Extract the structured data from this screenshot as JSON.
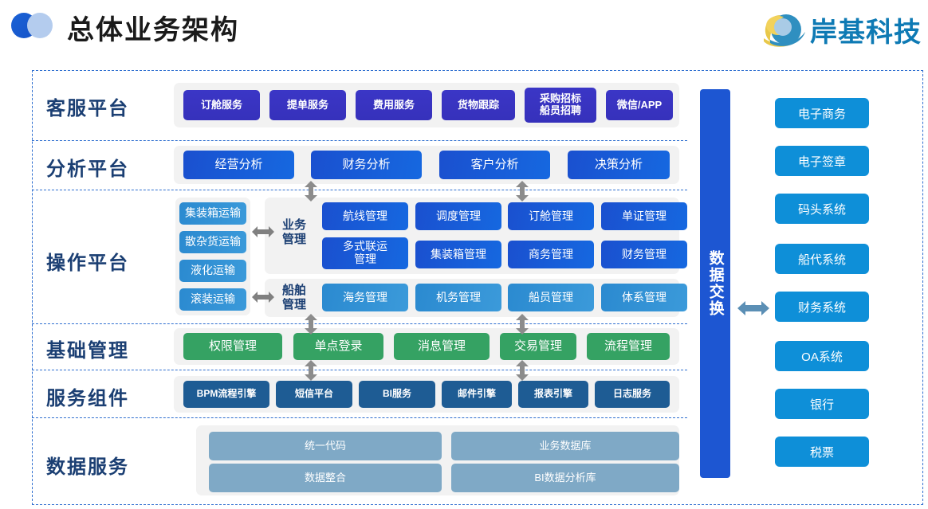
{
  "header": {
    "title": "总体业务架构",
    "logo_icon": "two-circles-icon",
    "brand_name": "岸基科技",
    "brand_icon": "wave-circle-logo-icon",
    "brand_color": "#0e7ab4"
  },
  "colors": {
    "service_row": "#3631bb",
    "analysis_row": "#1a50cf",
    "operation_row": "#1668e0",
    "operation_light": "#2b8ad0",
    "basic_row": "#35a263",
    "component_row": "#1e5c94",
    "data_row": "#7fa9c6",
    "exchange_bar": "#1d56d2",
    "external_box": "#0e8fd8",
    "row_label": "#1b3f73",
    "frame_border": "#2f6fd0"
  },
  "rows": [
    {
      "label": "客服平台",
      "items": [
        "订舱服务",
        "提单服务",
        "费用服务",
        "货物跟踪",
        "采购招标\n船员招聘",
        "微信/APP"
      ]
    },
    {
      "label": "分析平台",
      "items": [
        "经营分析",
        "财务分析",
        "客户分析",
        "决策分析"
      ]
    },
    {
      "label": "操作平台",
      "transport": [
        "集装箱运输",
        "散杂货运输",
        "液化运输",
        "滚装运输"
      ],
      "groups": [
        {
          "label": "业务\n管理",
          "items": [
            "航线管理",
            "调度管理",
            "订舱管理",
            "单证管理",
            "多式联运\n管理",
            "集装箱管理",
            "商务管理",
            "财务管理"
          ]
        },
        {
          "label": "船舶\n管理",
          "items": [
            "海务管理",
            "机务管理",
            "船员管理",
            "体系管理"
          ]
        }
      ]
    },
    {
      "label": "基础管理",
      "items": [
        "权限管理",
        "单点登录",
        "消息管理",
        "交易管理",
        "流程管理"
      ]
    },
    {
      "label": "服务组件",
      "items": [
        "BPM流程引擎",
        "短信平台",
        "BI服务",
        "邮件引擎",
        "报表引擎",
        "日志服务"
      ]
    },
    {
      "label": "数据服务",
      "items": [
        "统一代码",
        "业务数据库",
        "数据整合",
        "BI数据分析库"
      ]
    }
  ],
  "exchange": {
    "label": "数据交换",
    "arrow_icon": "double-arrow-horizontal-icon"
  },
  "external_systems": [
    "电子商务",
    "电子签章",
    "码头系统",
    "船代系统",
    "财务系统",
    "OA系统",
    "银行",
    "税票"
  ]
}
